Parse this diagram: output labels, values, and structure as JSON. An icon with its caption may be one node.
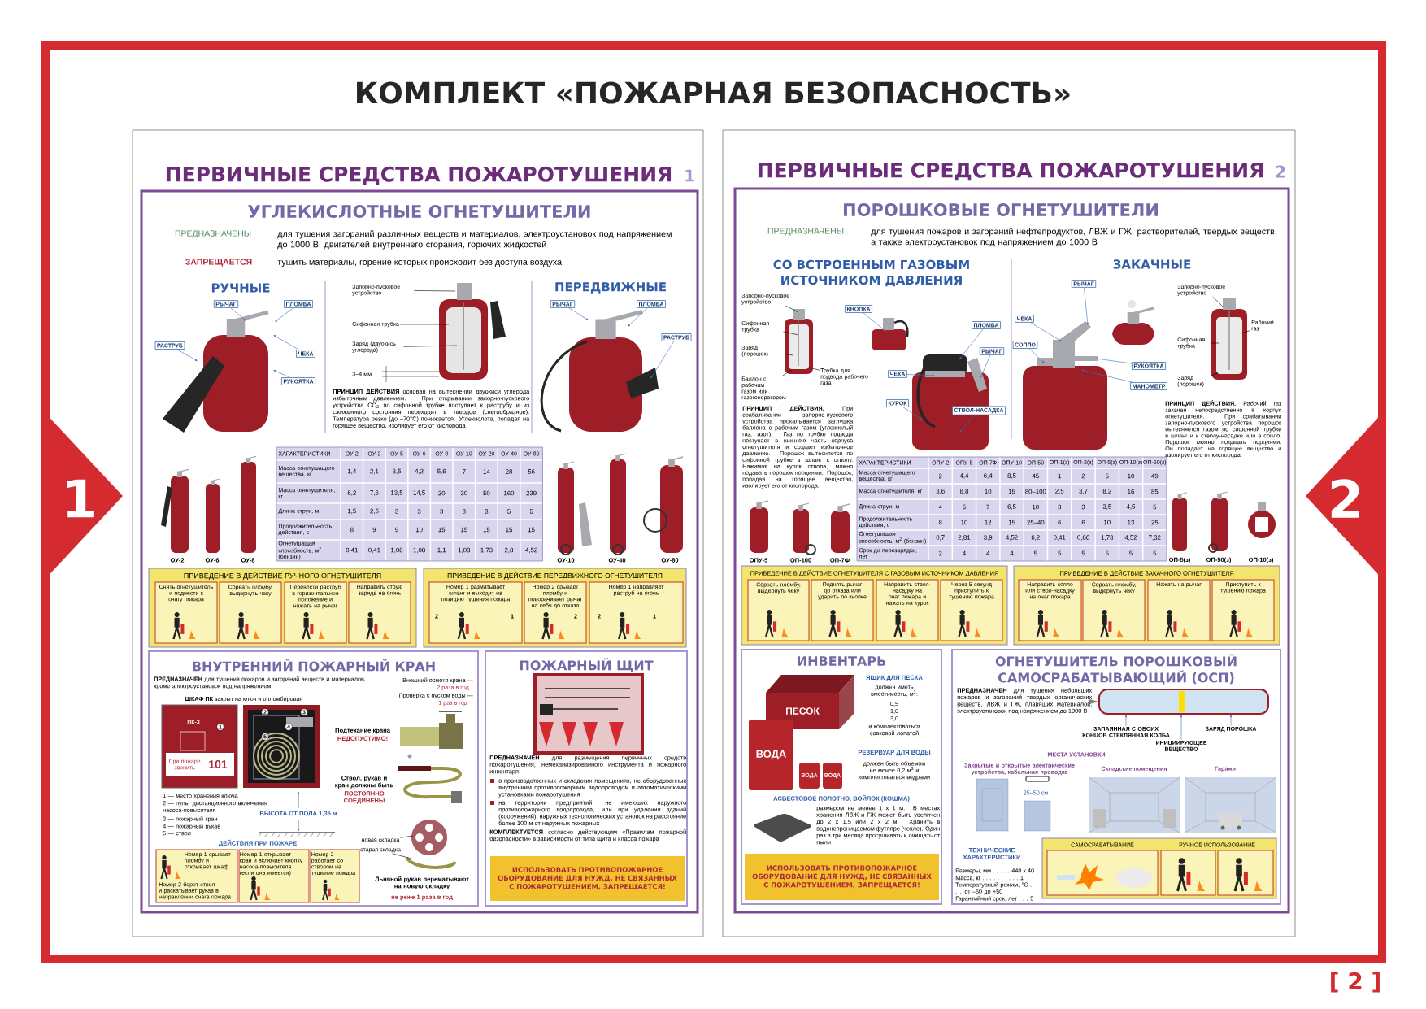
{
  "diagram": {
    "title": "КОМПЛЕКТ «ПОЖАРНАЯ БЕЗОПАСНОСТЬ»",
    "nodes": [
      {
        "text": [
          "ПЕРВИЧНЫЕ СРЕДСТВА ПОЖАРОТУШЕНИЯ",
          "1"
        ]
      },
      {
        "text": [
          "УГЛЕКИСЛОТНЫЕ ОГНЕТУШИТЕЛИ"
        ],
        "in": 0
      },
      {
        "text": [
          "РЫЧАГ"
        ],
        "in": 1
      },
      {
        "text": [
          "ПЛОМБА"
        ],
        "in": 1
      },
      {
        "text": [
          "РАСТРУБ"
        ],
        "in": 1
      },
      {
        "text": [
          "ЧЕКА"
        ],
        "in": 1
      },
      {
        "text": [
          "РУКОЯТКА"
        ],
        "in": 1
      },
      {
        "text": [
          "РЫЧАГ"
        ],
        "in": 1
      },
      {
        "text": [
          "ПЛОМБА"
        ],
        "in": 1
      },
      {
        "text": [
          "РАСТРУБ"
        ],
        "in": 1
      },
      {
        "text": [
          "ПРИВЕДЕНИЕ В ДЕЙСТВИЕ РУЧНОГО ОГНЕТУШИТЕЛЯ"
        ],
        "in": 1
      },
      {
        "text": [
          "Снять огнетушитель и поднести к очагу пожара"
        ],
        "in": 10
      },
      {
        "text": [
          "Сорвать пломбу, выдернуть чеку"
        ],
        "in": 10
      },
      {
        "text": [
          "Перевести раструб в горизонтальное положение и нажать на рычаг"
        ],
        "in": 10
      },
      {
        "text": [
          "Направить струю заряда на огонь"
        ],
        "in": 10
      },
      {
        "text": [
          "ПРИВЕДЕНИЕ В ДЕЙСТВИЕ ПЕРЕДВИЖНОГО ОГНЕТУШИТЕЛЯ"
        ],
        "in": 1
      },
      {
        "text": [
          "Номер 1 разматывает шланг и выходит на позицию тушения пожара"
        ],
        "in": 15
      },
      {
        "text": [
          "Номер 2 срывает пломбу и поворачивает рычаг на себя до отказа"
        ],
        "in": 15
      },
      {
        "text": [
          "Номер 1 направляет раструб на огонь"
        ],
        "in": 15
      },
      {
        "text": [
          "ВНУТРЕННИЙ ПОЖАРНЫЙ КРАН"
        ],
        "in": 1
      },
      {
        "text": [
          "ПК-3",
          "При пожаре звонить",
          "101"
        ],
        "in": 19
      },
      {
        "text": [
          "Номер 1 срывает пломбу и открывает шкаф",
          "Номер 2 берет ствол и раскатывает рукав в направлении очага пожара"
        ],
        "in": 19
      },
      {
        "text": [
          "Номер 1 открывает кран и включает кнопку насоса-повысителя (если она имеется)"
        ],
        "in": 19
      },
      {
        "text": [
          "Номер 2 работает со стволом на тушение пожара"
        ],
        "in": 19
      },
      {
        "text": [
          "ПОЖАРНЫЙ ЩИТ"
        ],
        "in": 1
      },
      {
        "text": [
          "ИСПОЛЬЗОВАТЬ ПРОТИВОПОЖАРНОЕ ОБОРУДОВАНИЕ ДЛЯ НУЖД, НЕ СВЯЗАННЫХ С ПОЖАРОТУШЕНИЕМ, ЗАПРЕЩАЕТСЯ!"
        ],
        "in": 24
      },
      {
        "text": [
          "ПЕРВИЧНЫЕ СРЕДСТВА ПОЖАРОТУШЕНИЯ",
          "2"
        ]
      },
      {
        "text": [
          "ПОРОШКОВЫЕ ОГНЕТУШИТЕЛИ"
        ],
        "in": 26
      },
      {
        "text": [
          "КНОПКА"
        ],
        "in": 27
      },
      {
        "text": [
          "ПЛОМБА"
        ],
        "in": 27
      },
      {
        "text": [
          "РЫЧАГ"
        ],
        "in": 27
      },
      {
        "text": [
          "ЧЕКА"
        ],
        "in": 27
      },
      {
        "text": [
          "КУРОК"
        ],
        "in": 27
      },
      {
        "text": [
          "СТВОЛ-НАСАДКА"
        ],
        "in": 27
      },
      {
        "text": [
          "РЫЧАГ"
        ],
        "in": 27
      },
      {
        "text": [
          "ЧЕКА"
        ],
        "in": 27
      },
      {
        "text": [
          "СОПЛО"
        ],
        "in": 27
      },
      {
        "text": [
          "РУКОЯТКА"
        ],
        "in": 27
      },
      {
        "text": [
          "МАНОМЕТР"
        ],
        "in": 27
      },
      {
        "text": [
          "ПРИВЕДЕНИЕ В ДЕЙСТВИЕ ОГНЕТУШИТЕЛЯ С ГАЗОВЫМ ИСТОЧНИКОМ ДАВЛЕНИЯ"
        ],
        "in": 27
      },
      {
        "text": [
          "Сорвать пломбу, выдернуть чеку"
        ],
        "in": 39
      },
      {
        "text": [
          "Поднять рычаг до отказа или ударить по кнопке"
        ],
        "in": 39
      },
      {
        "text": [
          "Направить ствол-насадку на очаг пожара и нажать на курок"
        ],
        "in": 39
      },
      {
        "text": [
          "Через 5 секунд приступить к тушению пожара"
        ],
        "in": 39
      },
      {
        "text": [
          "ПРИВЕДЕНИЕ В ДЕЙСТВИЕ ЗАКАЧНОГО ОГНЕТУШИТЕЛЯ"
        ],
        "in": 27
      },
      {
        "text": [
          "Направить сопло или ствол-насадку на очаг пожара"
        ],
        "in": 44
      },
      {
        "text": [
          "Сорвать пломбу, выдернуть чеку"
        ],
        "in": 44
      },
      {
        "text": [
          "Нажать на рычаг"
        ],
        "in": 44
      },
      {
        "text": [
          "Приступить к тушению пожара"
        ],
        "in": 44
      },
      {
        "text": [
          "ИНВЕНТАРЬ"
        ],
        "in": 27
      },
      {
        "text": [
          "ПЕСОК"
        ],
        "in": 49
      },
      {
        "text": [
          "ВОДА"
        ],
        "in": 49
      },
      {
        "text": [
          "ВОДА"
        ],
        "in": 49
      },
      {
        "text": [
          "ВОДА"
        ],
        "in": 49
      },
      {
        "text": [
          "ИСПОЛЬЗОВАТЬ ПРОТИВОПОЖАРНОЕ ОБОРУДОВАНИЕ ДЛЯ НУЖД, НЕ СВЯЗАННЫХ С ПОЖАРОТУШЕНИЕМ, ЗАПРЕЩАЕТСЯ!"
        ],
        "in": 49
      },
      {
        "text": [
          "ОГНЕТУШИТЕЛЬ ПОРОШКОВЫЙ САМОСРАБАТЫВАЮЩИЙ (ОСП)"
        ],
        "in": 27
      },
      {
        "text": [],
        "shape": "picture",
        "in": 55
      },
      {
        "text": [
          "ЗАПАЯННАЯ С ОБОИХ КОНЦОВ СТЕКЛЯННАЯ КОЛБА"
        ],
        "in": 55
      },
      {
        "text": [
          "ИНИЦИИРУЮЩЕЕ ВЕЩЕСТВО"
        ],
        "in": 55
      },
      {
        "text": [
          "ЗАРЯД ПОРОШКА"
        ],
        "in": 55
      },
      {
        "text": [
          "САМОСРАБАТЫВАНИЕ",
          "РУЧНОЕ ИСПОЛЬЗОВАНИЕ"
        ],
        "in": 55
      },
      {
        "text": [],
        "shape": "box",
        "in": 60
      },
      {
        "text": [],
        "shape": "box",
        "in": 60
      },
      {
        "text": [],
        "shape": "box",
        "in": 60
      },
      {
        "text": [
          "Запорно-пусковое устройство"
        ],
        "in": 1
      },
      {
        "text": [
          "Сифонная трубка"
        ],
        "in": 1
      },
      {
        "text": [
          "Заряд (двуокись углерода)"
        ],
        "in": 1
      },
      {
        "text": [
          "новая складка"
        ],
        "in": 19
      },
      {
        "text": [
          "старая складка"
        ],
        "in": 19
      },
      {
        "text": [
          "Запорно-пусковое устройство"
        ],
        "in": 27
      },
      {
        "text": [
          "Сифонная трубка"
        ],
        "in": 27
      },
      {
        "text": [
          "Заряд (порошок)"
        ],
        "in": 27
      },
      {
        "text": [
          "Баллон с рабочим газом или газогенератором"
        ],
        "in": 27
      },
      {
        "text": [
          "Трубка для подвода рабочего газа"
        ],
        "in": 27
      },
      {
        "text": [
          "Запорно-пусковое устройство"
        ],
        "in": 27
      },
      {
        "text": [
          "Рабочий газ"
        ],
        "in": 27
      },
      {
        "text": [
          "Сифонная трубка"
        ],
        "in": 27
      },
      {
        "text": [
          "Заряд (порошок)"
        ],
        "in": 27
      },
      {
        "text": [],
        "shape": "picture",
        "in": 1
      },
      {
        "text": [],
        "shape": "picture",
        "in": 1
      },
      {
        "text": [],
        "shape": "picture",
        "in": 1
      },
      {
        "text": [],
        "shape": "picture",
        "in": 27
      },
      {
        "text": [],
        "shape": "picture",
        "in": 27
      },
      {
        "text": [],
        "shape": "picture",
        "in": 27
      },
      {
        "text": [],
        "shape": "picture",
        "in": 27
      },
      {
        "text": [],
        "shape": "picture",
        "in": 27
      },
      {
        "text": [],
        "shape": "picture",
        "in": 27
      },
      {
        "text": [],
        "shape": "picture",
        "in": 19
      }
    ],
    "edges": [
      {
        "from": 2,
        "to": 78,
        "arrow": "to"
      },
      {
        "from": 3,
        "to": 78,
        "arrow": "to"
      },
      {
        "from": 4,
        "to": 78,
        "arrow": "to"
      },
      {
        "from": 5,
        "to": 78,
        "arrow": "to"
      },
      {
        "from": 6,
        "to": 78,
        "arrow": "to"
      },
      {
        "from": 7,
        "to": 80,
        "arrow": "to"
      },
      {
        "from": 8,
        "to": 80,
        "arrow": "to"
      },
      {
        "from": 9,
        "to": 80,
        "arrow": "to"
      },
      {
        "from": 28,
        "to": 82,
        "arrow": "to"
      },
      {
        "from": 29,
        "to": 83,
        "arrow": "to"
      },
      {
        "from": 30,
        "to": 83,
        "arrow": "to"
      },
      {
        "from": 31,
        "to": 83,
        "arrow": "to"
      },
      {
        "from": 32,
        "to": 83,
        "arrow": "to"
      },
      {
        "from": 33,
        "to": 83,
        "arrow": "to"
      },
      {
        "from": 34,
        "to": 84,
        "arrow": "to"
      },
      {
        "from": 35,
        "to": 84,
        "arrow": "to"
      },
      {
        "from": 36,
        "to": 84,
        "arrow": "to"
      },
      {
        "from": 37,
        "to": 84,
        "arrow": "to"
      },
      {
        "from": 38,
        "to": 84,
        "arrow": "to"
      },
      {
        "from": 57,
        "to": 56,
        "arrow": "to"
      },
      {
        "from": 58,
        "to": 56,
        "arrow": "to"
      },
      {
        "from": 59,
        "to": 56,
        "arrow": "to"
      },
      {
        "from": 64,
        "to": 79,
        "arrow": "none",
        "color": "#000000"
      },
      {
        "from": 65,
        "to": 79,
        "arrow": "none",
        "color": "#000000"
      },
      {
        "from": 66,
        "to": 79,
        "arrow": "none",
        "color": "#000000"
      },
      {
        "from": 67,
        "to": 87,
        "arrow": "none",
        "color": "#000000"
      },
      {
        "from": 68,
        "to": 87,
        "arrow": "none",
        "color": "#000000"
      },
      {
        "from": 69,
        "to": 81,
        "arrow": "none",
        "color": "#000000"
      },
      {
        "from": 70,
        "to": 81,
        "arrow": "none",
        "color": "#000000"
      },
      {
        "from": 71,
        "to": 81,
        "arrow": "none",
        "color": "#000000"
      },
      {
        "from": 72,
        "to": 81,
        "arrow": "none",
        "color": "#000000"
      },
      {
        "from": 73,
        "to": 81,
        "arrow": "none",
        "color": "#000000"
      },
      {
        "from": 74,
        "to": 86,
        "arrow": "none",
        "color": "#000000"
      },
      {
        "from": 75,
        "to": 86,
        "arrow": "none",
        "color": "#000000"
      },
      {
        "from": 76,
        "to": 86,
        "arrow": "none",
        "color": "#000000"
      },
      {
        "from": 77,
        "to": 86,
        "arrow": "none",
        "color": "#000000"
      }
    ],
    "labels": [
      "1",
      "2",
      "[ 2 ]",
      "ПРЕДНАЗНАЧЕНЫ",
      "для тушения загораний различных веществ и материалов, электроустановок под напряжением до 1000 В, двигателей внутреннего сгорания, горючих жидкостей",
      "ЗАПРЕЩАЕТСЯ",
      "тушить материалы, горение которых происходит без доступа воздуха",
      "РУЧНЫЕ",
      "ПЕРЕДВИЖНЫЕ",
      "3–4 мм",
      "**ПРИНЦИП ДЕЙСТВИЯ** основан на вытеснении двуокиси углерода избыточным давлением. При открывании запорно-пускового устройства СО$_{2}$ по сифонной трубке поступает к раструбу и из сжиженного состояния переходит в твердое (снегообразное). Температура резко (до –70°С) понижается. Углекислота, попадая на горящее вещество, изолирует его от кислорода",
      "ОУ-2",
      "ОУ-6",
      "ОУ-8",
      "ОУ-10",
      "ОУ-40",
      "ОУ-80",
      "ХАРАКТЕРИСТИКИ",
      "ОУ-2",
      "ОУ-3",
      "ОУ-5",
      "ОУ-6",
      "ОУ-8",
      "ОУ-10",
      "ОУ-20",
      "ОУ-40",
      "ОУ-80",
      "Масса огнетушащего вещества, кг",
      "1,4",
      "2,1",
      "3,5",
      "4,2",
      "5,6",
      "7",
      "14",
      "28",
      "56",
      "Масса огнетушителя, кг",
      "6,2",
      "7,6",
      "13,5",
      "14,5",
      "20",
      "30",
      "50",
      "160",
      "239",
      "Длина струи, м",
      "1,5",
      "2,5",
      "3",
      "3",
      "3",
      "3",
      "3",
      "5",
      "5",
      "Продолжительность действия, с",
      "8",
      "9",
      "9",
      "10",
      "15",
      "15",
      "15",
      "15",
      "15",
      "Огнетушащая способность, м$^{2}$ (бензин)",
      "0,41",
      "0,41",
      "1,08",
      "1,08",
      "1,1",
      "1,08",
      "1,73",
      "2,8",
      "4,52",
      "2",
      "1",
      "2",
      "2",
      "1",
      "**ПРЕДНАЗНАЧЕН** для тушения пожаров и загораний веществ и материалов, кроме электроустановок под напряжением",
      "Внешний осмотр крана —",
      "2 раза в год",
      "Проверка с пуском воды —",
      "1 раз в год",
      "**ШКАФ ПК** закрыт на ключ и опломбирован",
      "1",
      "2",
      "3",
      "4",
      "5",
      "1 — место хранения ключа",
      "2 — пульт дистанционного включения насоса-повысителя",
      "3 — пожарный кран",
      "4 — пожарный рукав",
      "5 — ствол",
      "ВЫСОТА ОТ ПОЛА 1,35 м",
      "ДЕЙСТВИЯ ПРИ ПОЖАРЕ",
      "Подтекание крана",
      "НЕДОПУСТИМО!",
      "Ствол, рукав и кран должны быть",
      "ПОСТОЯННО СОЕДИНЕНЫ",
      "Льняной рукав перематывают на новую складку",
      "не реже 1 раза в год",
      "**ПРЕДНАЗНАЧЕН** для размещения первичных средств пожаротушения, немеханизированного инструмента и пожарного инвентаря",
      "в производственных и складских помещениях, не оборудованных внутренним противопожарным водопроводом и автоматическими установками пожаротушения",
      "на территории предприятий, не имеющих наружного противопожарного водопровода, или при удалении зданий (сооружений), наружных технологических установок на расстояние более 100 м от наружных пожарных",
      "**КОМПЛЕКТУЕТСЯ** согласно действующим «Правилам пожарной безопасности» в зависимости от типа щита и класса пожара",
      "ПРЕДНАЗНАЧЕНЫ",
      "для тушения пожаров и загораний нефтепродуктов, ЛВЖ и ГЖ, растворителей, твердых веществ, а также электроустановок под напряжением до 1000 В",
      "СО ВСТРОЕННЫМ ГАЗОВЫМ ИСТОЧНИКОМ ДАВЛЕНИЯ",
      "ЗАКАЧНЫЕ",
      "**ПРИНЦИП ДЕЙСТВИЯ.** При срабатывании запорно-пускового устройства прокалывается заглушка баллона с рабочим газом (углекислый газ, азот). Газ по трубке подвода поступает в нижнюю часть корпуса огнетушителя и создает избыточное давление. Порошок вытесняется по сифонной трубке в шланг к стволу. Нажимая на курок ствола, можно подавать порошок порциями. Порошок, попадая на горящее вещество, изолирует его от кислорода.",
      "**ПРИНЦИП ДЕЙСТВИЯ.** Рабочий газ закачан непосредственно в корпус огнетушителя. При срабатывании запорно-пускового устройства порошок вытесняется газом по сифонной трубке в шланг и к стволу-насадке или в сопло. Порошок можно подавать порциями. Он попадает на горящее вещество и изолирует его от кислорода.",
      "ОПУ-5",
      "ОП-100",
      "ОП-7Ф",
      "ОП-5(з)",
      "ОП-50(з)",
      "ОП-10(з)",
      "ХАРАКТЕРИСТИКИ",
      "ОПУ-2",
      "ОПУ-5",
      "ОП-7Ф",
      "ОПУ-10",
      "ОП-50",
      "ОП-1(з)",
      "ОП-2(з)",
      "ОП-5(з)",
      "ОП-10(з)",
      "ОП-50(з)",
      "Масса огнетушащего вещества, кг",
      "2",
      "4,4",
      "6,4",
      "8,5",
      "45",
      "1",
      "2",
      "5",
      "10",
      "49",
      "Масса огнетушителя, кг",
      "3,6",
      "8,8",
      "10",
      "15",
      "80–100",
      "2,5",
      "3,7",
      "8,2",
      "16",
      "85",
      "Длина струи, м",
      "4",
      "5",
      "7",
      "6,5",
      "10",
      "3",
      "3",
      "3,5",
      "4,5",
      "5",
      "Продолжительность действия, с",
      "8",
      "10",
      "12",
      "15",
      "25–40",
      "6",
      "6",
      "10",
      "13",
      "25",
      "Огнетушащая способность, м$^{2}$ (бензин)",
      "0,7",
      "2,81",
      "3,9",
      "4,52",
      "6,2",
      "0,41",
      "0,66",
      "1,73",
      "4,52",
      "7,32",
      "Срок до перезарядки, лет",
      "2",
      "4",
      "4",
      "4",
      "5",
      "5",
      "5",
      "5",
      "5",
      "5",
      "ЯЩИК ДЛЯ ПЕСКА",
      "должен иметь вместимость, м$^{3}$:",
      "0,5",
      "1,0",
      "3,0",
      "и комплектоваться совковой лопатой",
      "РЕЗЕРВУАР ДЛЯ ВОДЫ",
      "должен быть объемом не менее 0,2 м$^{3}$ и комплектоваться ведрами",
      "АСБЕСТОВОЕ ПОЛОТНО, ВОЙЛОК (КОШМА)",
      "размером не менее 1 х 1 м. В местах хранения ЛВЖ и ГЖ может быть увеличен до 2 х 1,5 или 2 х 2 м. Хранить в водонепроницаемом футляре (чехле). Один раз в три месяца просушивать и очищать от пыли",
      "**ПРЕДНАЗНАЧЕН** для тушения небольших пожаров и загораний твердых органических веществ, ЛВЖ и ГЖ, плавящих материалов, электроустановок под напряжением до 1000 В",
      "МЕСТА УСТАНОВКИ",
      "Закрытые и открытые электрические устройства, кабельная проводка",
      "Складские помещения",
      "Гаражи",
      "25–50 см",
      "ТЕХНИЧЕСКИЕ ХАРАКТЕРИСТИКИ",
      "Размеры, мм . . . . . 440 х 40",
      "Масса, кг . . . . . . . . . . 1",
      "Температурный режим, °С . . . от –50 до +50",
      "Гарантийный срок, лет . . . 5"
    ]
  }
}
